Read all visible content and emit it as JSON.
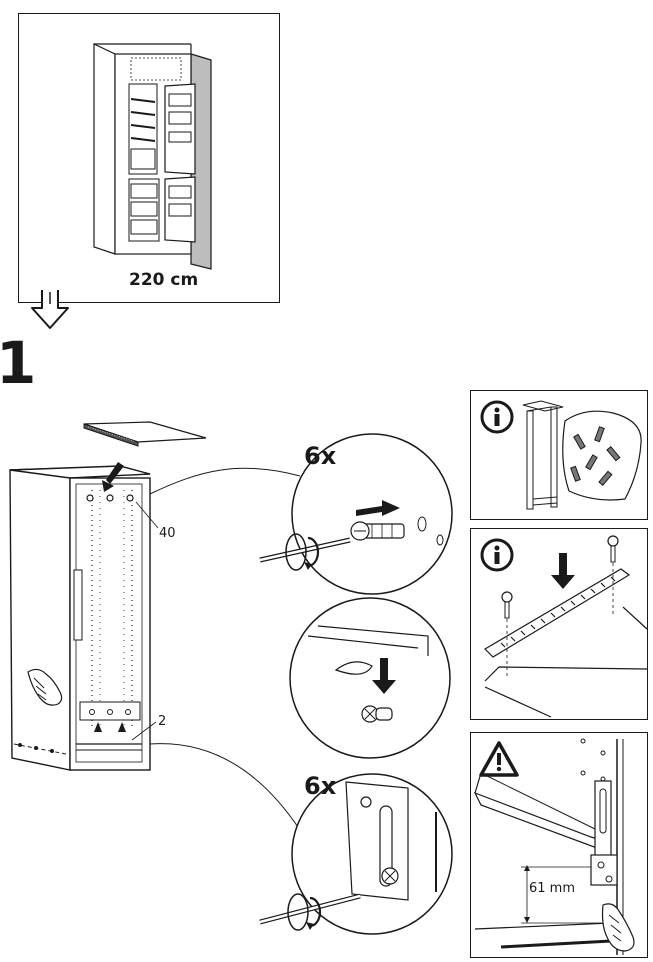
{
  "intro_panel": {
    "height_label": "220 cm",
    "appliance": "fridge-freezer-cabinet"
  },
  "step": {
    "number": "1"
  },
  "main_view": {
    "callout_top_count": "40",
    "callout_bottom_count": "2"
  },
  "detail_top": {
    "quantity": "6x"
  },
  "detail_bottom": {
    "quantity": "6x"
  },
  "info_panels": [
    {
      "icon": "info-icon"
    },
    {
      "icon": "info-icon"
    }
  ],
  "warning_panel": {
    "icon": "warning-icon",
    "measurement": "61 mm"
  },
  "colors": {
    "ink": "#1a1a1a",
    "panel_gray": "#bdbdbd"
  }
}
